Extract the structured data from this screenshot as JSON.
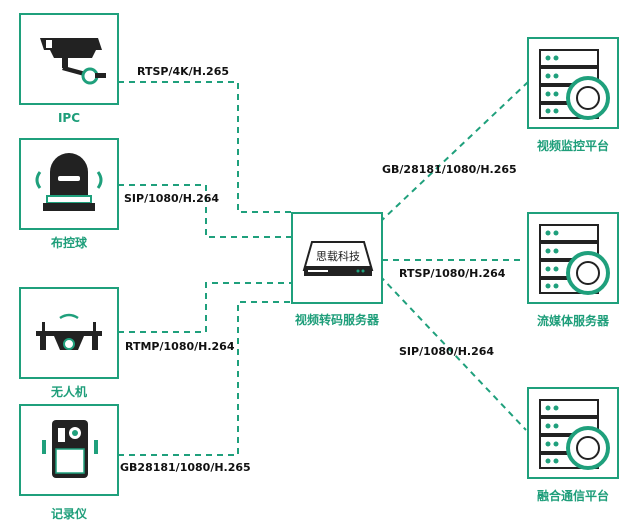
{
  "colors": {
    "accent": "#1fa07c",
    "accent_light": "#2cc39a",
    "line": "#1fa07c",
    "dark": "#222222",
    "label": "#1e9e7a"
  },
  "sources": [
    {
      "id": "ipc",
      "label": "IPC",
      "icon": "camera-icon",
      "protocol": "RTSP/4K/H.265"
    },
    {
      "id": "ptz",
      "label": "布控球",
      "icon": "dome-camera-icon",
      "protocol": "SIP/1080/H.264"
    },
    {
      "id": "drone",
      "label": "无人机",
      "icon": "drone-icon",
      "protocol": "RTMP/1080/H.264"
    },
    {
      "id": "recorder",
      "label": "记录仪",
      "icon": "body-camera-icon",
      "protocol": "GB28181/1080/H.265"
    }
  ],
  "center": {
    "label": "视频转码服务器",
    "brand": "思载科技",
    "icon": "server-device-icon"
  },
  "targets": [
    {
      "id": "monitor",
      "label": "视频监控平台",
      "icon": "server-rack-icon",
      "protocol": "GB/28181/1080/H.265"
    },
    {
      "id": "media",
      "label": "流媒体服务器",
      "icon": "server-rack-icon",
      "protocol": "RTSP/1080/H.264"
    },
    {
      "id": "fusion",
      "label": "融合通信平台",
      "icon": "server-rack-icon",
      "protocol": "SIP/1080/H.264"
    }
  ]
}
